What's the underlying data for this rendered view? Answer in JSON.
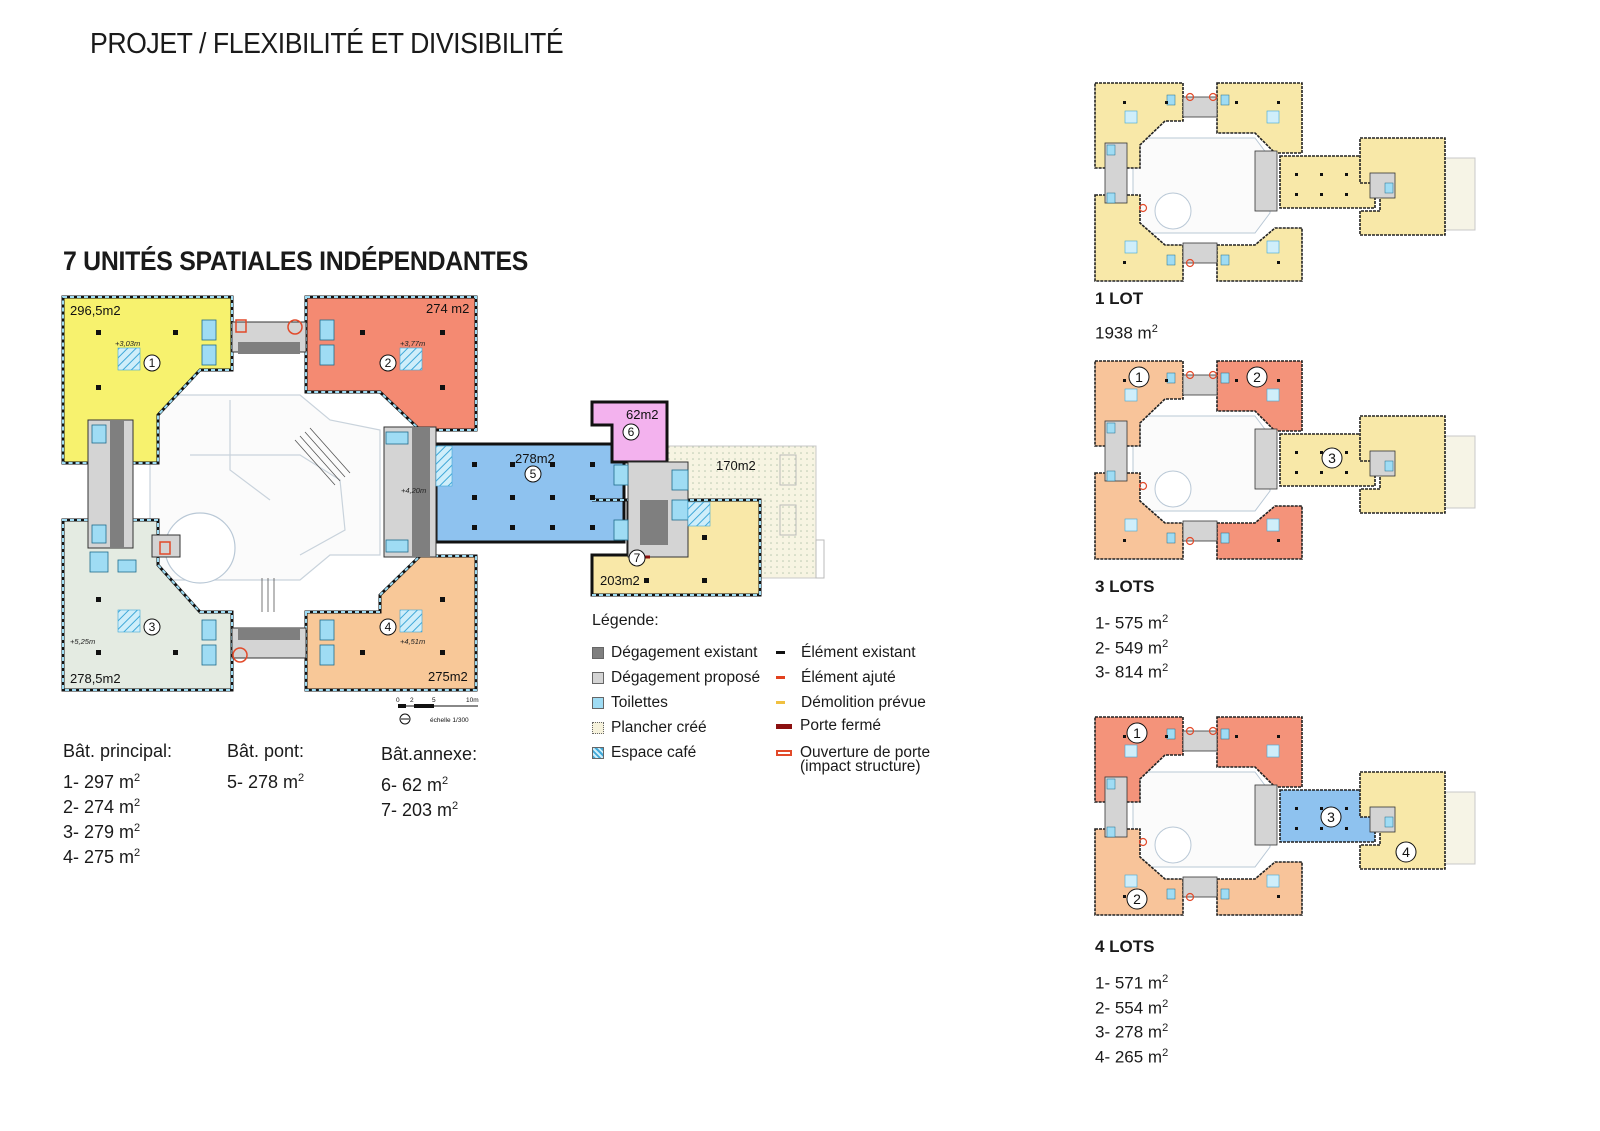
{
  "header": {
    "title": "PROJET / FLEXIBILITÉ ET DIVISIBILITÉ"
  },
  "section": {
    "title": "7 UNITÉS SPATIALES INDÉPENDANTES"
  },
  "plan": {
    "units": [
      {
        "number": "1",
        "area_label": "296,5m2",
        "level": "+3,03m",
        "color": "#f7f26e"
      },
      {
        "number": "2",
        "area_label": "274 m2",
        "level": "+3,77m",
        "color": "#f48a72"
      },
      {
        "number": "3",
        "area_label": "278,5m2",
        "level": "+5,25m",
        "color": "#e4ebe2"
      },
      {
        "number": "4",
        "area_label": "275m2",
        "level": "+4,51m",
        "color": "#f8c898"
      },
      {
        "number": "5",
        "area_label": "278m2",
        "level": "+4,20m",
        "color": "#8ec2ef"
      },
      {
        "number": "6",
        "area_label": "62m2",
        "color": "#f3b2ee"
      },
      {
        "number": "7",
        "area_label": "203m2",
        "color": "#f9e8a8"
      }
    ],
    "extension_label": "170m2",
    "scale": {
      "ticks": [
        "0",
        "2",
        "5",
        "10m"
      ],
      "label": "échelle 1/300"
    }
  },
  "areas": {
    "principal": {
      "heading": "Bât. principal:",
      "lines": [
        "1- 297 m",
        "2- 274 m",
        "3- 279 m",
        "4- 275 m"
      ]
    },
    "pont": {
      "heading": "Bât. pont:",
      "lines": [
        "5- 278 m"
      ]
    },
    "annexe": {
      "heading": "Bât.annexe:",
      "lines": [
        "6-   62 m",
        "7- 203 m"
      ]
    },
    "exponent": "2"
  },
  "legend": {
    "title": "Légende:",
    "left": [
      {
        "label": "Dégagement existant",
        "color": "#7f7f7f"
      },
      {
        "label": "Dégagement proposé",
        "color": "#d4d4d4"
      },
      {
        "label": "Toilettes",
        "color": "#9fdcf4"
      },
      {
        "label": "Plancher créé",
        "color": "#f6f2dc"
      },
      {
        "label": "Espace café",
        "color": "#bfe6f4"
      }
    ],
    "right": [
      {
        "label": "Élément existant",
        "color": "#111111"
      },
      {
        "label": "Élément ajuté",
        "color": "#e2411e"
      },
      {
        "label": "Démolition prévue",
        "color": "#f0c040"
      },
      {
        "label": "Porte fermé",
        "color": "#8b1010"
      },
      {
        "label": "Ouverture de porte",
        "label2": "(impact structure)",
        "color": "#e24a2a"
      }
    ]
  },
  "lots": [
    {
      "title": "1 LOT",
      "lines": [
        "1938 m"
      ],
      "palette": [
        "#f8e8a8",
        "#f8e8a8",
        "#f8e8a8",
        "#f8e8a8",
        "#f8e8a8",
        "#f8e8a8"
      ],
      "numbers": []
    },
    {
      "title": "3 LOTS",
      "lines": [
        "1- 575 m",
        "2- 549 m",
        "3- 814 m"
      ],
      "palette": [
        "#f8c49a",
        "#f4937a",
        "#f8c49a",
        "#f4937a",
        "#f8e8a8",
        "#f8e8a8"
      ],
      "numbers": [
        "1",
        "2",
        "3"
      ]
    },
    {
      "title": "4 LOTS",
      "lines": [
        "1- 571 m",
        "2- 554 m",
        "3- 278 m",
        "4- 265 m"
      ],
      "palette": [
        "#f4937a",
        "#f4937a",
        "#f8c49a",
        "#f8c49a",
        "#8ec2ef",
        "#f8e8a8"
      ],
      "numbers": [
        "1",
        "2",
        "3",
        "4"
      ]
    }
  ]
}
